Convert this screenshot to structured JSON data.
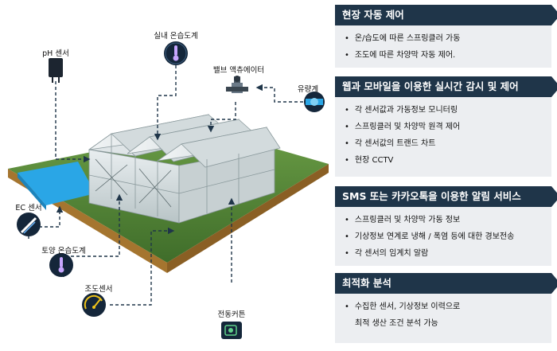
{
  "sensors": {
    "ph": "pH 센서",
    "indoor_temp_humidity": "실내 온습도계",
    "valve_actuator": "밸브 액츄에이터",
    "flow_meter": "유량계",
    "ec": "EC 센서",
    "soil_temp_humidity": "토양 온습도계",
    "light": "조도센서",
    "curtain": "전동커튼"
  },
  "panels": [
    {
      "title": "현장 자동 제어",
      "items": [
        "온/습도에 따른 스프링클러 가동",
        "조도에 따른 차양막 자동 제어."
      ]
    },
    {
      "title": "웹과 모바일을 이용한 실시간 감시 및 제어",
      "items": [
        "각 센서값과 가동정보 모니터링",
        "스프링클러 및 차양막 원격 제어",
        "각 센서값의 트랜드 차트",
        "현장  CCTV"
      ]
    },
    {
      "title": "SMS 또는 카카오톡을 이용한 알림 서비스",
      "items": [
        "스프링클러 및 차양막 가동 정보",
        "기상정보 연계로 냉해 / 폭염 등에 대한 경보전송",
        "각 센서의 임계치 알람"
      ]
    },
    {
      "title": "최적화 분석",
      "items": [
        "수집한 센서, 기상정보 이력으로",
        "최적 생산 조건 분석 가능"
      ]
    }
  ],
  "colors": {
    "panel_header": "#1f3549",
    "panel_bg": "#eceef1",
    "icon_bg": "#14263a",
    "grass": "#4a7d33",
    "water": "#2aa6e6",
    "soil": "#a5752f"
  }
}
